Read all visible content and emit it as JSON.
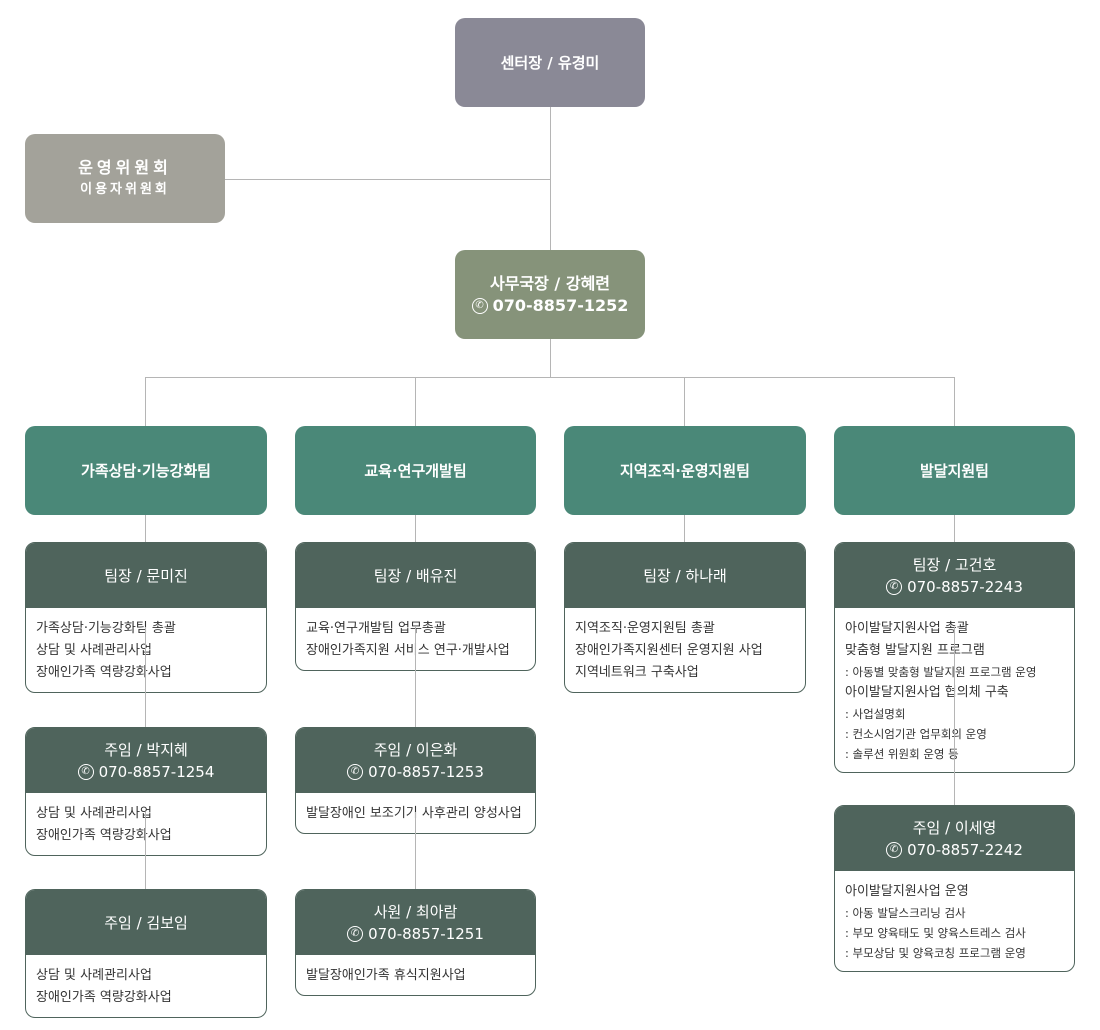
{
  "director": {
    "label": "센터장 / 유경미"
  },
  "committee": {
    "line1": "운영위원회",
    "line2": "이용자위원회"
  },
  "secretary": {
    "label": "사무국장 / 강혜련",
    "phone": "070-8857-1252"
  },
  "colors": {
    "director": "#8a8996",
    "committee": "#a3a29a",
    "secretary": "#86937a",
    "team": "#4a8878",
    "person": "#4f645c"
  },
  "teams": [
    {
      "name": "가족상담·기능강화팀",
      "members": [
        {
          "title": "팀장 / 문미진",
          "phone": null,
          "duties": [
            {
              "t": "가족상담·기능강화팀 총괄"
            },
            {
              "t": "상담 및 사례관리사업"
            },
            {
              "t": "장애인가족 역량강화사업"
            }
          ]
        },
        {
          "title": "주임 / 박지혜",
          "phone": "070-8857-1254",
          "duties": [
            {
              "t": "상담 및 사례관리사업"
            },
            {
              "t": "장애인가족 역량강화사업"
            }
          ]
        },
        {
          "title": "주임 / 김보임",
          "phone": null,
          "duties": [
            {
              "t": "상담 및 사례관리사업"
            },
            {
              "t": "장애인가족 역량강화사업"
            }
          ]
        }
      ]
    },
    {
      "name": "교육·연구개발팀",
      "members": [
        {
          "title": "팀장 / 배유진",
          "phone": null,
          "duties": [
            {
              "t": "교육·연구개발팀 업무총괄"
            },
            {
              "t": "장애인가족지원 서비스 연구·개발사업"
            }
          ]
        },
        {
          "title": "주임 / 이은화",
          "phone": "070-8857-1253",
          "duties": [
            {
              "t": "발달장애인 보조기기 사후관리 양성사업"
            }
          ]
        },
        {
          "title": "사원 / 최아람",
          "phone": "070-8857-1251",
          "duties": [
            {
              "t": "발달장애인가족 휴식지원사업"
            }
          ]
        }
      ]
    },
    {
      "name": "지역조직·운영지원팀",
      "members": [
        {
          "title": "팀장 / 하나래",
          "phone": null,
          "duties": [
            {
              "t": "지역조직·운영지원팀 총괄"
            },
            {
              "t": "장애인가족지원센터 운영지원 사업"
            },
            {
              "t": "지역네트워크 구축사업"
            }
          ]
        }
      ]
    },
    {
      "name": "발달지원팀",
      "members": [
        {
          "title": "팀장 / 고건호",
          "phone": "070-8857-2243",
          "duties": [
            {
              "t": "아이발달지원사업 총괄"
            },
            {
              "t": "맞춤형 발달지원 프로그램"
            },
            {
              "t": ": 아동별 맞춤형 발달지원 프로그램 운영",
              "s": 1
            },
            {
              "t": "아이발달지원사업 협의체 구축"
            },
            {
              "t": ": 사업설명회",
              "s": 1
            },
            {
              "t": ": 컨소시엄기관 업무회의 운영",
              "s": 1
            },
            {
              "t": ": 솔루션 위원회 운영 등",
              "s": 1
            }
          ]
        },
        {
          "title": "주임 / 이세영",
          "phone": "070-8857-2242",
          "duties": [
            {
              "t": "아이발달지원사업 운영"
            },
            {
              "t": ": 아동 발달스크리닝 검사",
              "s": 1
            },
            {
              "t": ": 부모 양육태도 및 양육스트레스 검사",
              "s": 1
            },
            {
              "t": ": 부모상담 및 양육코칭 프로그램 운영",
              "s": 1
            }
          ]
        }
      ]
    }
  ]
}
